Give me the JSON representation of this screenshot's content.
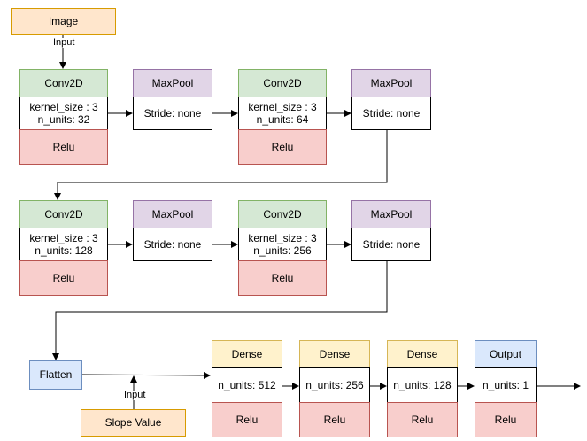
{
  "colors": {
    "conv_header": "#d5e8d4",
    "conv_border": "#82b366",
    "pool_header": "#e1d5e7",
    "pool_border": "#9673a6",
    "relu_fill": "#f8cecc",
    "relu_border": "#b85450",
    "dense_header": "#fff2cc",
    "dense_border": "#d6b656",
    "io_fill": "#ffe6cc",
    "io_border": "#d79b00",
    "flatten_fill": "#dae8fc",
    "flatten_border": "#6c8ebf"
  },
  "inputs": {
    "image": "Image",
    "image_edge_label": "Input",
    "slope": "Slope Value",
    "slope_edge_label": "Input"
  },
  "row1": {
    "conv1": {
      "title": "Conv2D",
      "params": "kernel_size : 3\nn_units: 32",
      "activation": "Relu"
    },
    "pool1": {
      "title": "MaxPool",
      "params": "Stride: none"
    },
    "conv2": {
      "title": "Conv2D",
      "params": "kernel_size : 3\nn_units: 64",
      "activation": "Relu"
    },
    "pool2": {
      "title": "MaxPool",
      "params": "Stride: none"
    }
  },
  "row2": {
    "conv3": {
      "title": "Conv2D",
      "params": "kernel_size : 3\nn_units: 128",
      "activation": "Relu"
    },
    "pool3": {
      "title": "MaxPool",
      "params": "Stride: none"
    },
    "conv4": {
      "title": "Conv2D",
      "params": "kernel_size : 3\nn_units: 256",
      "activation": "Relu"
    },
    "pool4": {
      "title": "MaxPool",
      "params": "Stride: none"
    }
  },
  "row3": {
    "flatten": "Flatten",
    "dense1": {
      "title": "Dense",
      "params": "n_units: 512",
      "activation": "Relu"
    },
    "dense2": {
      "title": "Dense",
      "params": "n_units: 256",
      "activation": "Relu"
    },
    "dense3": {
      "title": "Dense",
      "params": "n_units: 128",
      "activation": "Relu"
    },
    "output": {
      "title": "Output",
      "params": "n_units: 1",
      "activation": "Relu"
    }
  }
}
